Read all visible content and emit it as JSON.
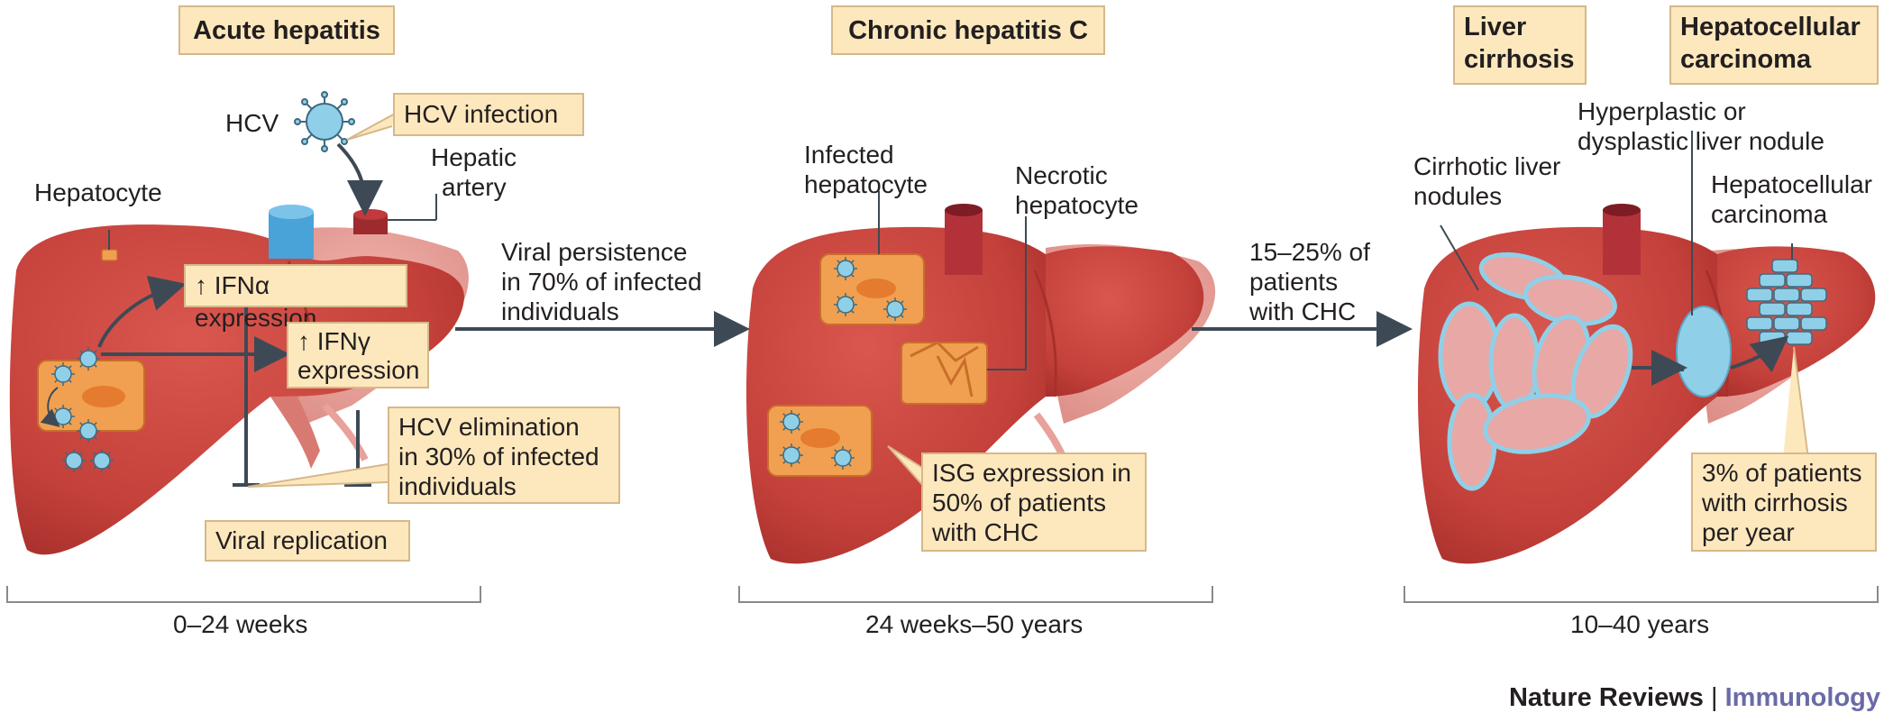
{
  "stages": {
    "acute": {
      "title": "Acute hepatitis",
      "duration": "0–24 weeks"
    },
    "chronic": {
      "title": "Chronic hepatitis C",
      "duration": "24 weeks–50 years"
    },
    "cirrhosis": {
      "title": "Liver\ncirrhosis",
      "title_l1": "Liver",
      "title_l2": "cirrhosis"
    },
    "hcc": {
      "title_l1": "Hepatocellular",
      "title_l2": "carcinoma"
    },
    "late_duration": "10–40 years"
  },
  "acute_labels": {
    "hcv": "HCV",
    "hcv_infection": "HCV infection",
    "hepatic_artery_l1": "Hepatic",
    "hepatic_artery_l2": "artery",
    "hepatocyte": "Hepatocyte",
    "ifn_alpha": "↑ IFNα expression",
    "ifn_gamma_l1": "↑ IFNγ",
    "ifn_gamma_l2": "expression",
    "elimination_l1": "HCV elimination",
    "elimination_l2": "in 30% of infected",
    "elimination_l3": "individuals",
    "viral_replication": "Viral replication"
  },
  "transition1": {
    "l1": "Viral persistence",
    "l2": "in 70% of infected",
    "l3": "individuals"
  },
  "chronic_labels": {
    "infected_l1": "Infected",
    "infected_l2": "hepatocyte",
    "necrotic_l1": "Necrotic",
    "necrotic_l2": "hepatocyte",
    "isg_l1": "ISG expression in",
    "isg_l2": "50% of patients",
    "isg_l3": "with CHC"
  },
  "transition2": {
    "l1": "15–25% of",
    "l2": "patients",
    "l3": "with CHC"
  },
  "late_labels": {
    "nodules_l1": "Cirrhotic liver",
    "nodules_l2": "nodules",
    "hyper_l1": "Hyperplastic or",
    "hyper_l2": "dysplastic liver nodule",
    "hcc_l1": "Hepatocellular",
    "hcc_l2": "carcinoma",
    "rate_l1": "3% of patients",
    "rate_l2": "with cirrhosis",
    "rate_l3": "per year"
  },
  "footer": {
    "journal": "Nature Reviews",
    "separator": "|",
    "section": "Immunology"
  },
  "colors": {
    "liver": "#c9453f",
    "liver_dark": "#a8302c",
    "liver_pale": "#e8a19b",
    "box": "#fde8bd",
    "virus": "#8fd0e8",
    "cell": "#f0a050",
    "arrow": "#3d4a55",
    "accent": "#6b6aa8"
  }
}
